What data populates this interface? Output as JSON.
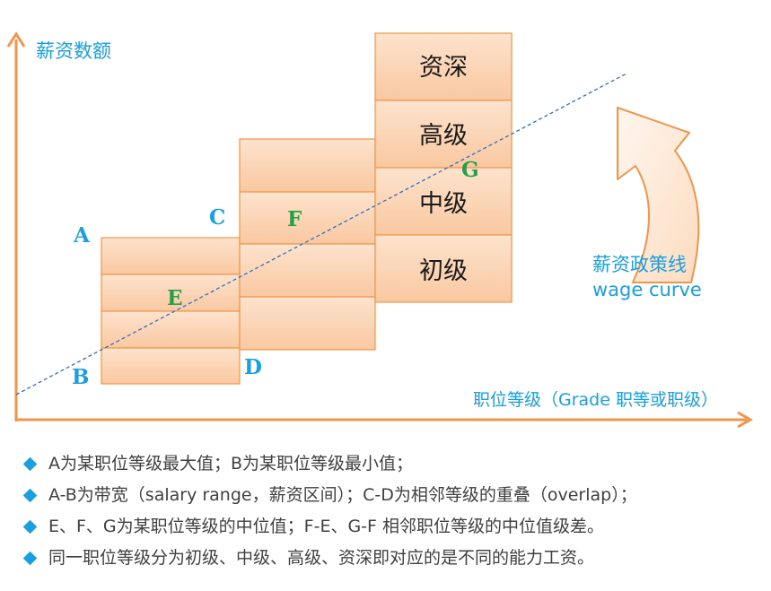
{
  "diagram": {
    "y_axis_label": "薪资数额",
    "x_axis_label": "职位等级（Grade 职等或职级）",
    "grade_tiers": [
      "资深",
      "高级",
      "中级",
      "初级"
    ],
    "point_labels": {
      "A": "A",
      "B": "B",
      "C": "C",
      "D": "D",
      "E": "E",
      "F": "F",
      "G": "G"
    },
    "curve_label_cn": "薪资政策线",
    "curve_label_en": "wage curve"
  },
  "notes": [
    "A为某职位等级最大值；B为某职位等级最小值；",
    "A-B为带宽（salary range，薪资区间）；C-D为相邻等级的重叠（overlap）；",
    "E、F、G为某职位等级的中位值；F-E、G-F 相邻职位等级的中位值级差。",
    "同一职位等级分为初级、中级、高级、资深即对应的是不同的能力工资。"
  ],
  "colors": {
    "axis": "#f0954a",
    "box_fill": "#fbd4b4",
    "box_stroke": "#f0954a",
    "blue_text": "#1aa0e0",
    "green_text": "#1fa24a",
    "dashed_line": "#2f6fc0"
  }
}
